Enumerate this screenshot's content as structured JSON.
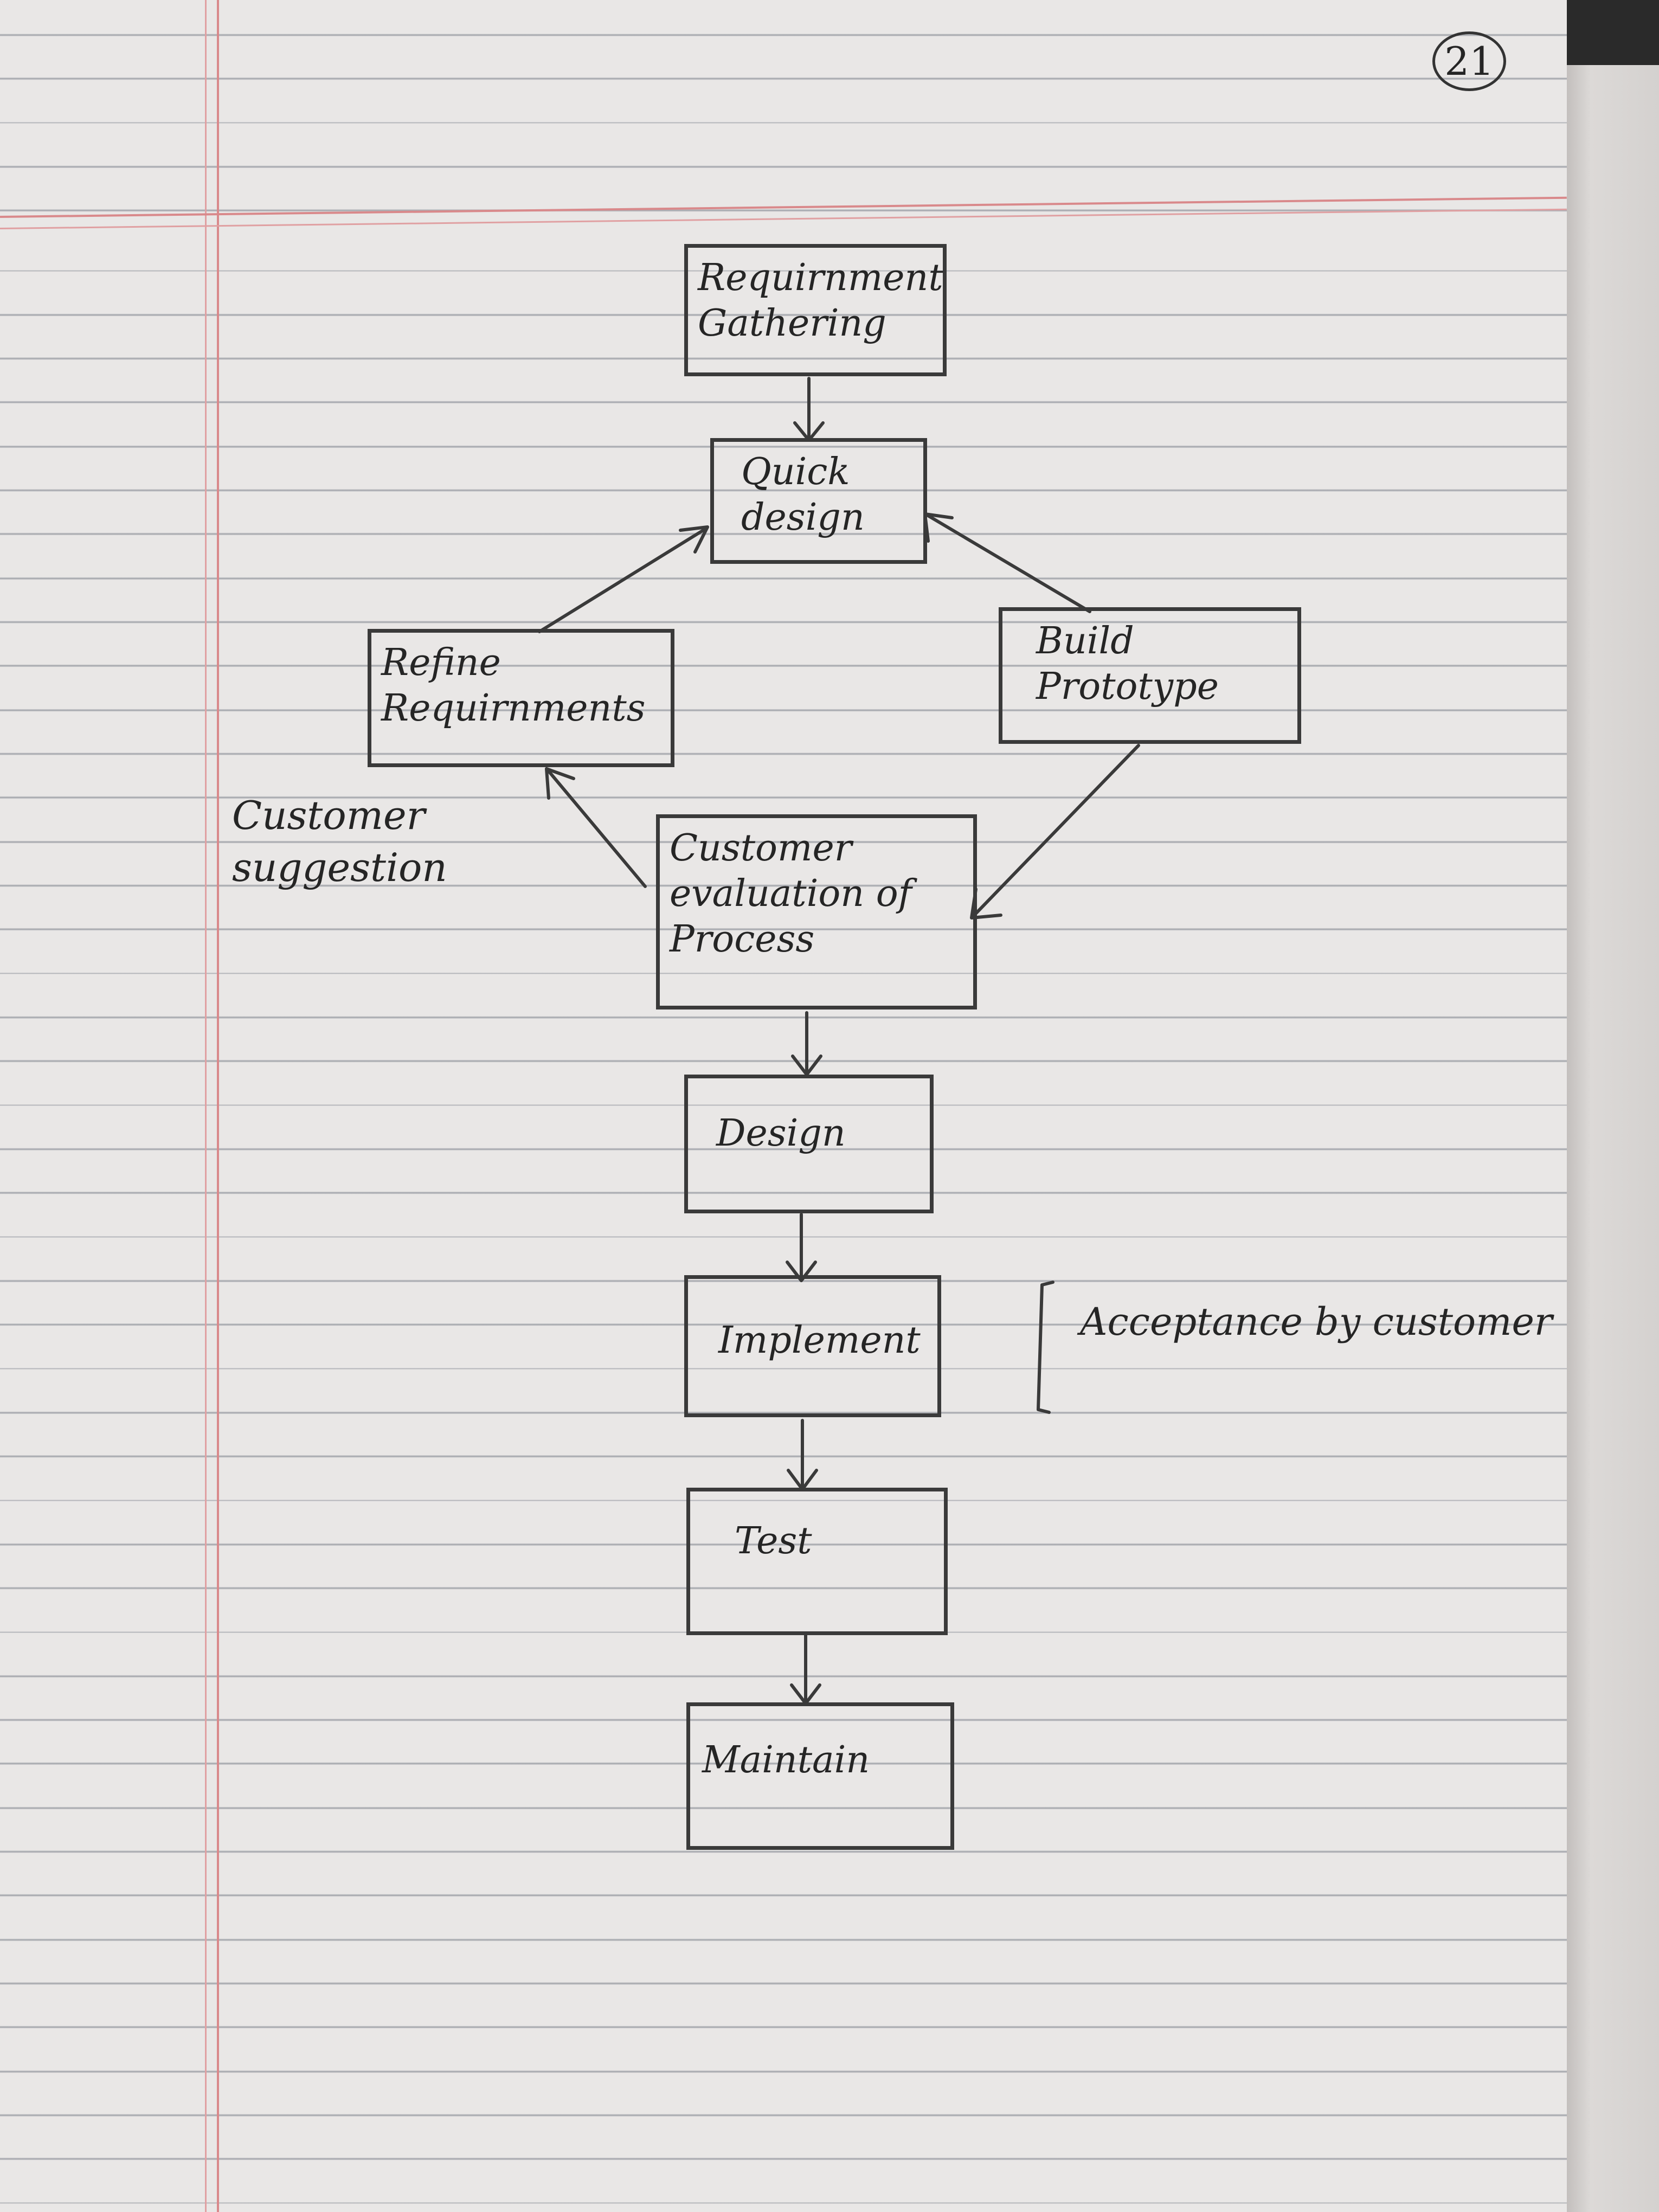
{
  "page_number": "21",
  "boxes": {
    "requirement_gathering": "Requirnment Gathering",
    "quick_design": "Quick design",
    "refine_requirements": "Refine Requirnments",
    "build_prototype": "Build Prototype",
    "customer_evaluation": "Customer evaluation of Process",
    "design": "Design",
    "implement": "Implement",
    "test": "Test",
    "maintain": "Maintain"
  },
  "annotations": {
    "customer_suggestion": "Customer suggestion",
    "acceptance": "Acceptance by customer"
  },
  "colors": {
    "ink": "#2f2f2f",
    "paper": "#e9e7e6",
    "margin_red": "#d9898b",
    "rule_line": "#787d87"
  }
}
